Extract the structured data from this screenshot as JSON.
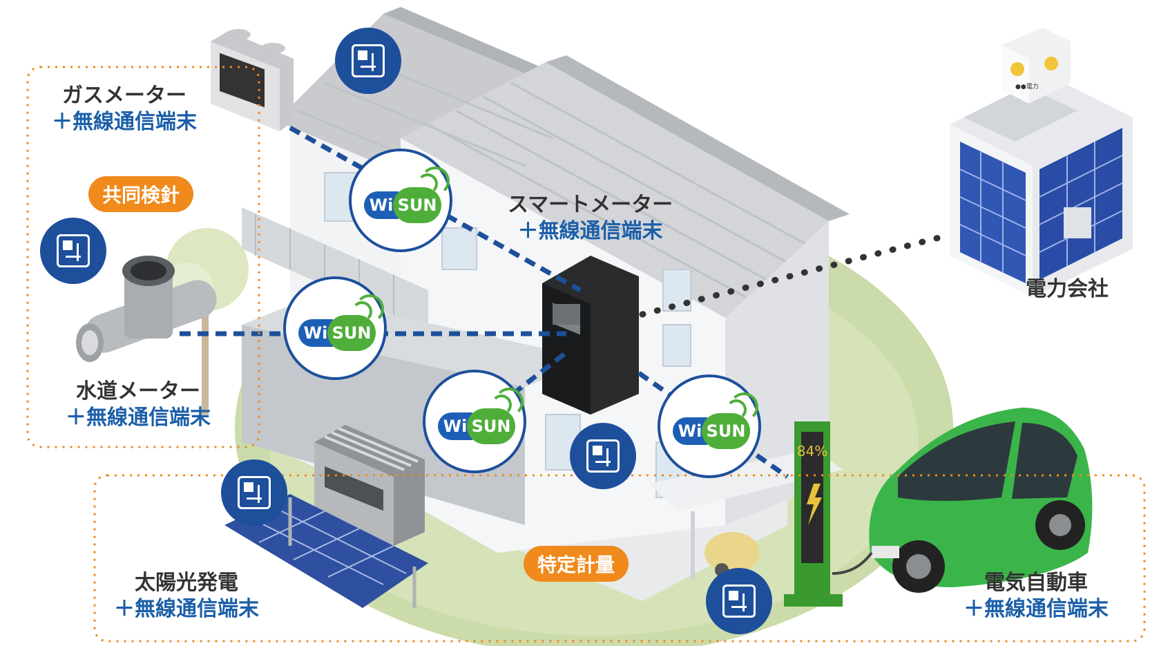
{
  "labels": {
    "gas_meter": "ガスメーター",
    "gas_meter_sub": "＋無線通信端末",
    "water_meter": "水道メーター",
    "water_meter_sub": "＋無線通信端末",
    "smart_meter": "スマートメーター",
    "smart_meter_sub": "＋無線通信端末",
    "power_company": "電力会社",
    "solar": "太陽光発電",
    "solar_sub": "＋無線通信端末",
    "ev": "電気自動車",
    "ev_sub": "＋無線通信端末"
  },
  "tags": {
    "joint_reading": "共同検針",
    "specific_measurement": "特定計量"
  },
  "wisun_badge": {
    "wi": "Wi",
    "sun": "SUN"
  },
  "building_sign": "●●電力",
  "charger_display": "84%",
  "colors": {
    "orange": "#f08a1c",
    "navy": "#1d4f9b",
    "green": "#4fae3a",
    "ground": "#c9d9a8"
  },
  "icons": [
    "wireless-module-chip-icon",
    "wisun-badge-icon",
    "house-illustration",
    "building-illustration",
    "car-illustration"
  ]
}
